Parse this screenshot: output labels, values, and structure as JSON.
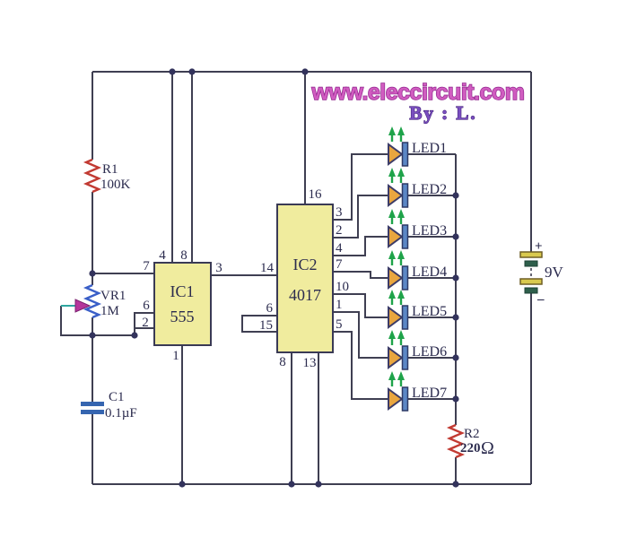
{
  "watermark": {
    "url": "www.eleccircuit.com",
    "byline": "By : L."
  },
  "battery": {
    "label": "9V",
    "plus": "+",
    "minus": "–"
  },
  "r1": {
    "ref": "R1",
    "value": "100K"
  },
  "vr1": {
    "ref": "VR1",
    "value": "1M"
  },
  "c1": {
    "ref": "C1",
    "value": "0.1µF"
  },
  "r2": {
    "ref": "R2",
    "value": "220",
    "unit": "Ω"
  },
  "ic1": {
    "ref": "IC1",
    "part": "555",
    "pin1": "1",
    "pin2": "2",
    "pin3": "3",
    "pin4": "4",
    "pin6": "6",
    "pin7": "7",
    "pin8": "8"
  },
  "ic2": {
    "ref": "IC2",
    "part": "4017",
    "pin16": "16",
    "pin3": "3",
    "pin2": "2",
    "pin4": "4",
    "pin7": "7",
    "pin10": "10",
    "pin1": "1",
    "pin5": "5",
    "pin14": "14",
    "pin6": "6",
    "pin15": "15",
    "pin8": "8",
    "pin13": "13"
  },
  "leds": [
    {
      "label": "LED1"
    },
    {
      "label": "LED2"
    },
    {
      "label": "LED3"
    },
    {
      "label": "LED4"
    },
    {
      "label": "LED5"
    },
    {
      "label": "LED6"
    },
    {
      "label": "LED7"
    }
  ],
  "colors": {
    "wire": "#3f3f52",
    "junction": "#33335c",
    "ic_fill": "#f0ec9e",
    "ic_border": "#3a3a55",
    "resistor_red": "#c23a32",
    "pot_blue": "#3a5fc8",
    "wiper_magenta": "#b5359b",
    "wiper_teal": "#2fa6a0",
    "cap_blue": "#3565b0",
    "led_body": "#e9a63f",
    "led_bar": "#5b87c5",
    "led_arrow_green": "#1fa34a",
    "battery_plate_yellow": "#d9c94e",
    "battery_plate_green": "#2e5f4b",
    "watermark_pink": "#d05cc0",
    "watermark_outline": "#93278f",
    "byline_purple": "#7a4fc0"
  }
}
